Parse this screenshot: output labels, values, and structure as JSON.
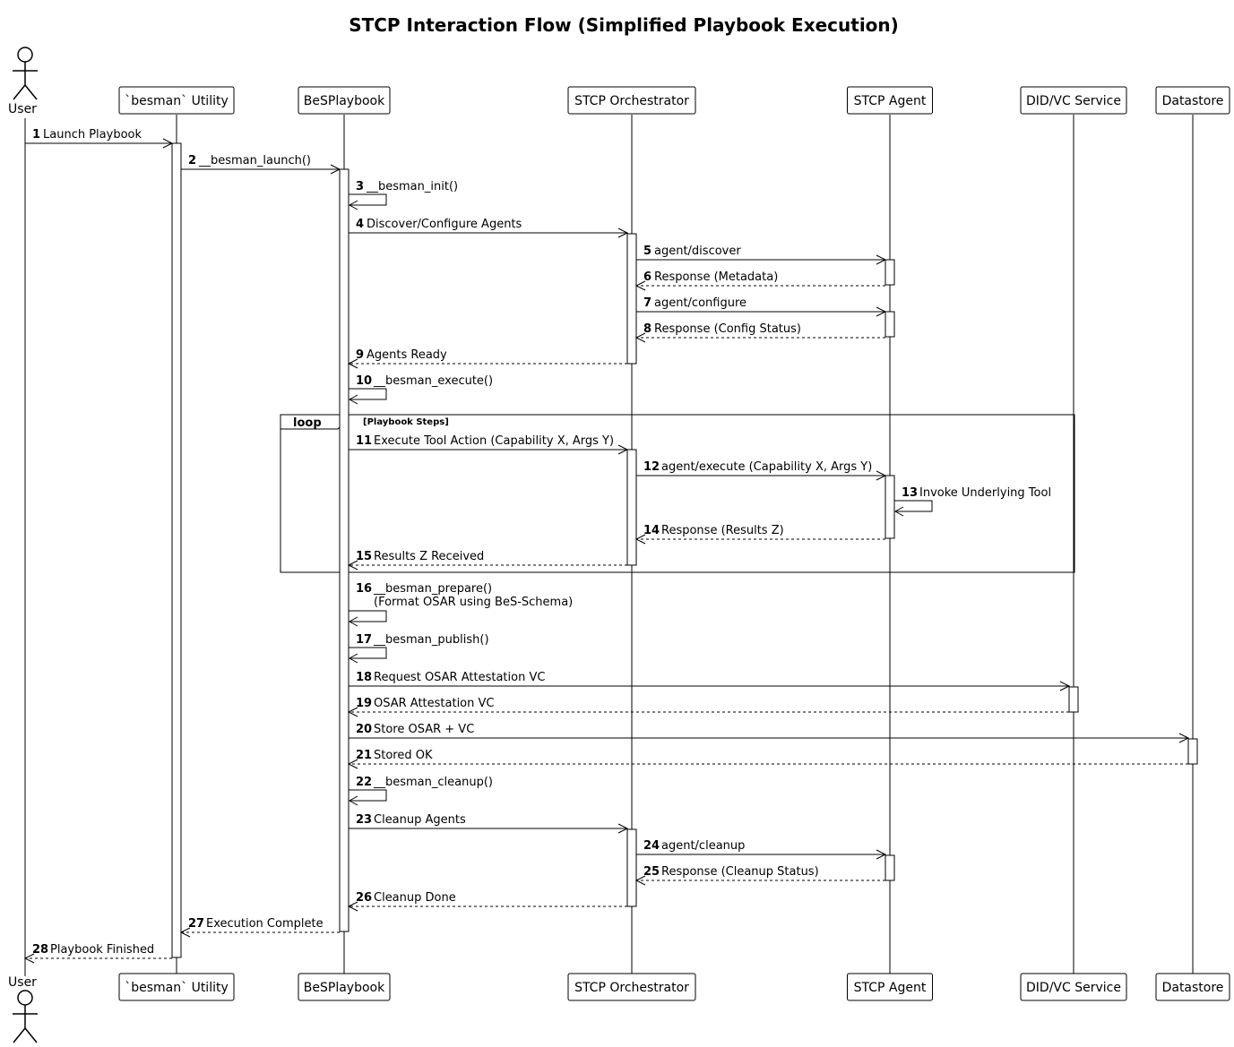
{
  "title": "STCP Interaction Flow (Simplified Playbook Execution)",
  "participants": [
    {
      "id": "user",
      "label": "User",
      "kind": "actor"
    },
    {
      "id": "util",
      "label": "`besman` Utility",
      "kind": "box"
    },
    {
      "id": "pb",
      "label": "BeSPlaybook",
      "kind": "box"
    },
    {
      "id": "orch",
      "label": "STCP Orchestrator",
      "kind": "box"
    },
    {
      "id": "agent",
      "label": "STCP Agent",
      "kind": "box"
    },
    {
      "id": "did",
      "label": "DID/VC Service",
      "kind": "box"
    },
    {
      "id": "ds",
      "label": "Datastore",
      "kind": "box"
    }
  ],
  "loop": {
    "keyword": "loop",
    "condition": "[Playbook Steps]"
  },
  "messages": [
    {
      "n": "1",
      "from": "user",
      "to": "util",
      "text": "Launch Playbook",
      "reply": false
    },
    {
      "n": "2",
      "from": "util",
      "to": "pb",
      "text": "__besman_launch()",
      "reply": false
    },
    {
      "n": "3",
      "from": "pb",
      "to": "pb",
      "text": "__besman_init()",
      "reply": false
    },
    {
      "n": "4",
      "from": "pb",
      "to": "orch",
      "text": "Discover/Configure Agents",
      "reply": false
    },
    {
      "n": "5",
      "from": "orch",
      "to": "agent",
      "text": "agent/discover",
      "reply": false
    },
    {
      "n": "6",
      "from": "agent",
      "to": "orch",
      "text": "Response (Metadata)",
      "reply": true
    },
    {
      "n": "7",
      "from": "orch",
      "to": "agent",
      "text": "agent/configure",
      "reply": false
    },
    {
      "n": "8",
      "from": "agent",
      "to": "orch",
      "text": "Response (Config Status)",
      "reply": true
    },
    {
      "n": "9",
      "from": "orch",
      "to": "pb",
      "text": "Agents Ready",
      "reply": true
    },
    {
      "n": "10",
      "from": "pb",
      "to": "pb",
      "text": "__besman_execute()",
      "reply": false
    },
    {
      "n": "11",
      "from": "pb",
      "to": "orch",
      "text": "Execute Tool Action (Capability X, Args Y)",
      "reply": false
    },
    {
      "n": "12",
      "from": "orch",
      "to": "agent",
      "text": "agent/execute (Capability X, Args Y)",
      "reply": false
    },
    {
      "n": "13",
      "from": "agent",
      "to": "agent",
      "text": "Invoke Underlying Tool",
      "reply": false
    },
    {
      "n": "14",
      "from": "agent",
      "to": "orch",
      "text": "Response (Results Z)",
      "reply": true
    },
    {
      "n": "15",
      "from": "orch",
      "to": "pb",
      "text": "Results Z Received",
      "reply": true
    },
    {
      "n": "16",
      "from": "pb",
      "to": "pb",
      "text": "__besman_prepare()",
      "text2": "(Format OSAR using BeS-Schema)",
      "reply": false
    },
    {
      "n": "17",
      "from": "pb",
      "to": "pb",
      "text": "__besman_publish()",
      "reply": false
    },
    {
      "n": "18",
      "from": "pb",
      "to": "did",
      "text": "Request OSAR Attestation VC",
      "reply": false
    },
    {
      "n": "19",
      "from": "did",
      "to": "pb",
      "text": "OSAR Attestation VC",
      "reply": true
    },
    {
      "n": "20",
      "from": "pb",
      "to": "ds",
      "text": "Store OSAR + VC",
      "reply": false
    },
    {
      "n": "21",
      "from": "ds",
      "to": "pb",
      "text": "Stored OK",
      "reply": true
    },
    {
      "n": "22",
      "from": "pb",
      "to": "pb",
      "text": "__besman_cleanup()",
      "reply": false
    },
    {
      "n": "23",
      "from": "pb",
      "to": "orch",
      "text": "Cleanup Agents",
      "reply": false
    },
    {
      "n": "24",
      "from": "orch",
      "to": "agent",
      "text": "agent/cleanup",
      "reply": false
    },
    {
      "n": "25",
      "from": "agent",
      "to": "orch",
      "text": "Response (Cleanup Status)",
      "reply": true
    },
    {
      "n": "26",
      "from": "orch",
      "to": "pb",
      "text": "Cleanup Done",
      "reply": true
    },
    {
      "n": "27",
      "from": "pb",
      "to": "util",
      "text": "Execution Complete",
      "reply": true
    },
    {
      "n": "28",
      "from": "util",
      "to": "user",
      "text": "Playbook Finished",
      "reply": true
    }
  ]
}
